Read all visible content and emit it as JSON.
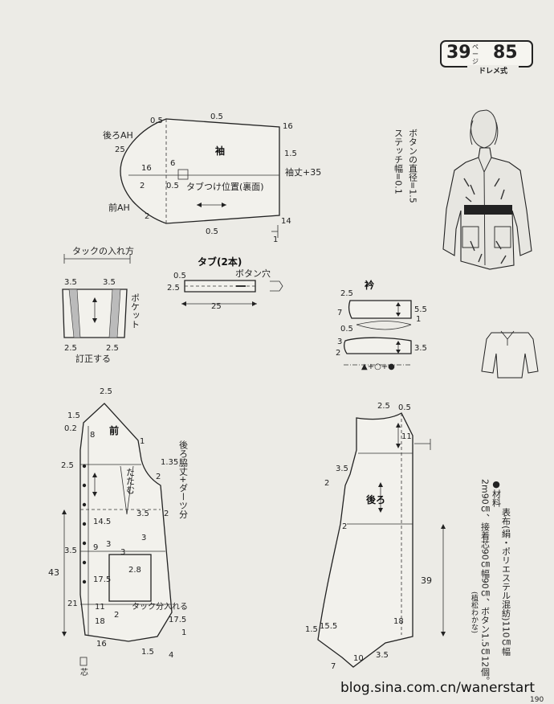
{
  "header": {
    "page_ref_number": "39",
    "page_ref_unit": "ページ",
    "page_number": "85",
    "method": "ドレメ式"
  },
  "sleeve": {
    "name": "袖",
    "back_ah": "後ろAH",
    "front_ah": "前AH",
    "tab_position": "タブつけ位置(裏面)",
    "sleeve_length": "袖丈+35",
    "d_top1": "0.5",
    "d_top2": "0.5",
    "d_16a": "16",
    "d_25": "25",
    "d_16b": "16",
    "d_6": "6",
    "d_05": "0.5",
    "d_2a": "2",
    "d_2b": "2",
    "d_15": "1.5",
    "d_14": "14",
    "d_bottom": "0.5",
    "d_1": "1"
  },
  "button_note": {
    "line1": "ボタンの直径=1.5",
    "line2": "ステッチ幅=0.1"
  },
  "tuck": {
    "title": "タックの入れ方",
    "pocket": "ポケット",
    "correct": "訂正する",
    "d_35a": "3.5",
    "d_35b": "3.5",
    "d_25a": "2.5",
    "d_25b": "2.5"
  },
  "tab": {
    "title": "タブ(2本)",
    "buttonhole": "ボタン穴",
    "d_05": "0.5",
    "d_25": "2.5",
    "d_25len": "25"
  },
  "collar": {
    "title": "衿",
    "d_25": "2.5",
    "d_7": "7",
    "d_55": "5.5",
    "d_1": "1",
    "d_05": "0.5",
    "d_3": "3",
    "d_2": "2",
    "d_35": "3.5",
    "symbols": "▲+○+●"
  },
  "front": {
    "name": "前",
    "side_note": "後ろ脇丈+ダーツ分",
    "fold_note": "たたむ",
    "tuck_note": "タック分入れる",
    "d_25": "2.5",
    "d_15": "1.5",
    "d_02": "0.2",
    "d_8": "8",
    "d_1a": "1",
    "d_135": "1.35",
    "d_25b": "2.5",
    "d_2a": "2",
    "d_35": "3.5",
    "d_2b": "2",
    "d_145": "14.5",
    "d_35b": "3.5",
    "d_9": "9",
    "d_3a": "3",
    "d_3b": "3",
    "d_3c": "3",
    "d_43": "43",
    "d_175": "17.5",
    "d_28": "2.8",
    "d_21": "21",
    "d_11": "11",
    "d_2c": "2",
    "d_18": "18",
    "d_175b": "17.5",
    "d_1b": "1",
    "d_16": "16",
    "d_15b": "1.5",
    "d_4": "4",
    "d_waku": "芯"
  },
  "back": {
    "name": "後ろ",
    "d_25": "2.5",
    "d_05": "0.5",
    "d_11": "11",
    "d_35": "3.5",
    "d_2a": "2",
    "d_2b": "2",
    "d_39": "39",
    "d_18": "18",
    "d_15": "1.5",
    "d_155": "15.5",
    "d_7": "7",
    "d_10": "10",
    "d_35b": "3.5"
  },
  "materials": {
    "title": "●材料",
    "line1": "表布(絹・ポリエステル混紡)110㎝幅",
    "line2": "2m90㎝、接着芯90㎝幅90㎝、ボタン1.5㎝12個。",
    "note": "(植松わかな)"
  },
  "footer": {
    "watermark": "blog.sina.com.cn/wanerstart",
    "page": "190"
  }
}
